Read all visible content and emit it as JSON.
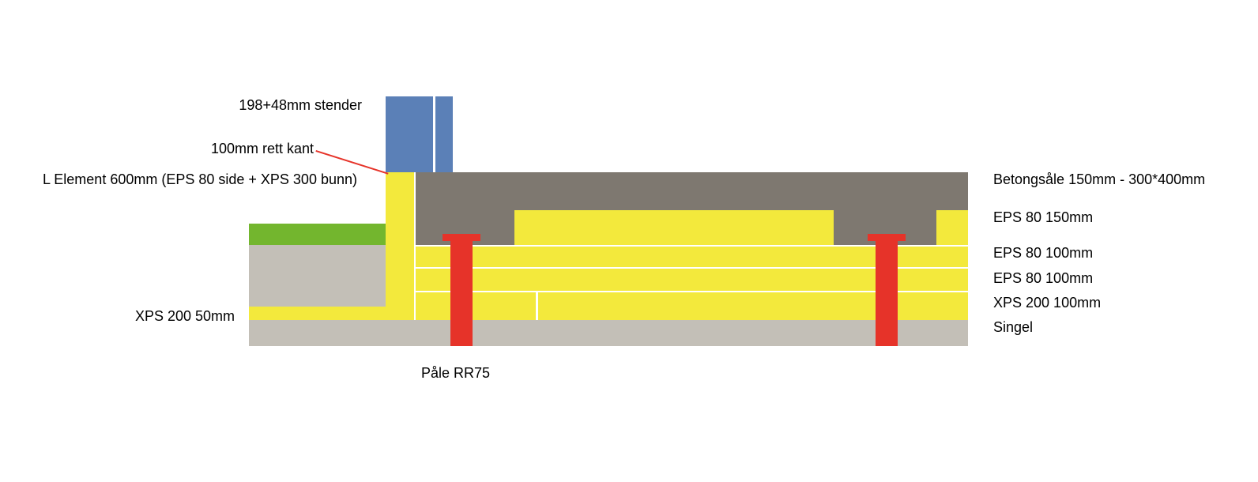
{
  "diagram": {
    "type": "construction-cross-section",
    "callouts": {
      "stender": "198+48mm stender",
      "rett_kant": "100mm rett kant",
      "l_element": "L Element 600mm (EPS 80 side + XPS 300 bunn)",
      "xps_200_50": "XPS 200 50mm",
      "betongsale": "Betongsåle 150mm - 300*400mm",
      "eps_80_150": "EPS 80 150mm",
      "eps_80_100_top": "EPS 80 100mm",
      "eps_80_100_bottom": "EPS 80 100mm",
      "xps_200_100": "XPS 200 100mm",
      "singel": "Singel",
      "pale": "Påle RR75"
    },
    "colors": {
      "stud": "#5b80b7",
      "concrete": "#7e7870",
      "insulation": "#f3e93c",
      "grass": "#73b62e",
      "gravel": "#c3bfb7",
      "pile": "#e63329",
      "leader": "#e63329",
      "text": "#000000",
      "background": "#ffffff"
    }
  }
}
